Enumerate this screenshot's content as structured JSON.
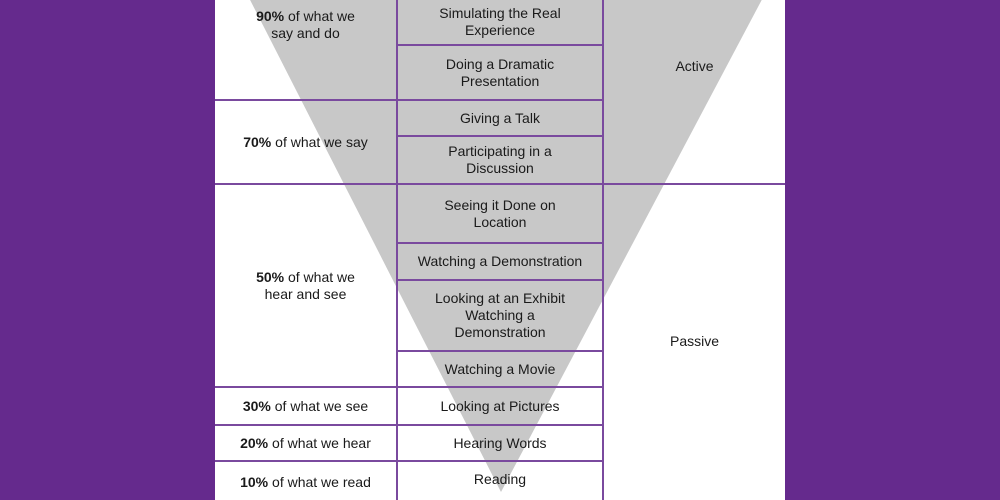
{
  "colors": {
    "background": "#652a8d",
    "panel": "#ffffff",
    "cone": "#c8c8c8",
    "grid_lines": "#7a4a9e"
  },
  "retention": [
    {
      "percent": "90%",
      "line1": " of what we",
      "line2": "say and do"
    },
    {
      "percent": "70%",
      "line1": " of what we say",
      "line2": ""
    },
    {
      "percent": "50%",
      "line1": " of what we",
      "line2": "hear and see"
    },
    {
      "percent": "30%",
      "line1": " of what we see",
      "line2": ""
    },
    {
      "percent": "20%",
      "line1": " of what we hear",
      "line2": ""
    },
    {
      "percent": "10%",
      "line1": " of what we read",
      "line2": ""
    }
  ],
  "activities": [
    {
      "line1": "Simulating the Real",
      "line2": "Experience",
      "line3": ""
    },
    {
      "line1": "Doing a Dramatic",
      "line2": "Presentation",
      "line3": ""
    },
    {
      "line1": "Giving a Talk",
      "line2": "",
      "line3": ""
    },
    {
      "line1": "Participating in a",
      "line2": "Discussion",
      "line3": ""
    },
    {
      "line1": "Seeing it Done on",
      "line2": "Location",
      "line3": ""
    },
    {
      "line1": "Watching a Demonstration",
      "line2": "",
      "line3": ""
    },
    {
      "line1": "Looking at an Exhibit",
      "line2": "Watching a",
      "line3": "Demonstration"
    },
    {
      "line1": "Watching a Movie",
      "line2": "",
      "line3": ""
    },
    {
      "line1": "Looking at Pictures",
      "line2": "",
      "line3": ""
    },
    {
      "line1": "Hearing Words",
      "line2": "",
      "line3": ""
    },
    {
      "line1": "Reading",
      "line2": "",
      "line3": ""
    }
  ],
  "modes": {
    "active": "Active",
    "passive": "Passive"
  }
}
